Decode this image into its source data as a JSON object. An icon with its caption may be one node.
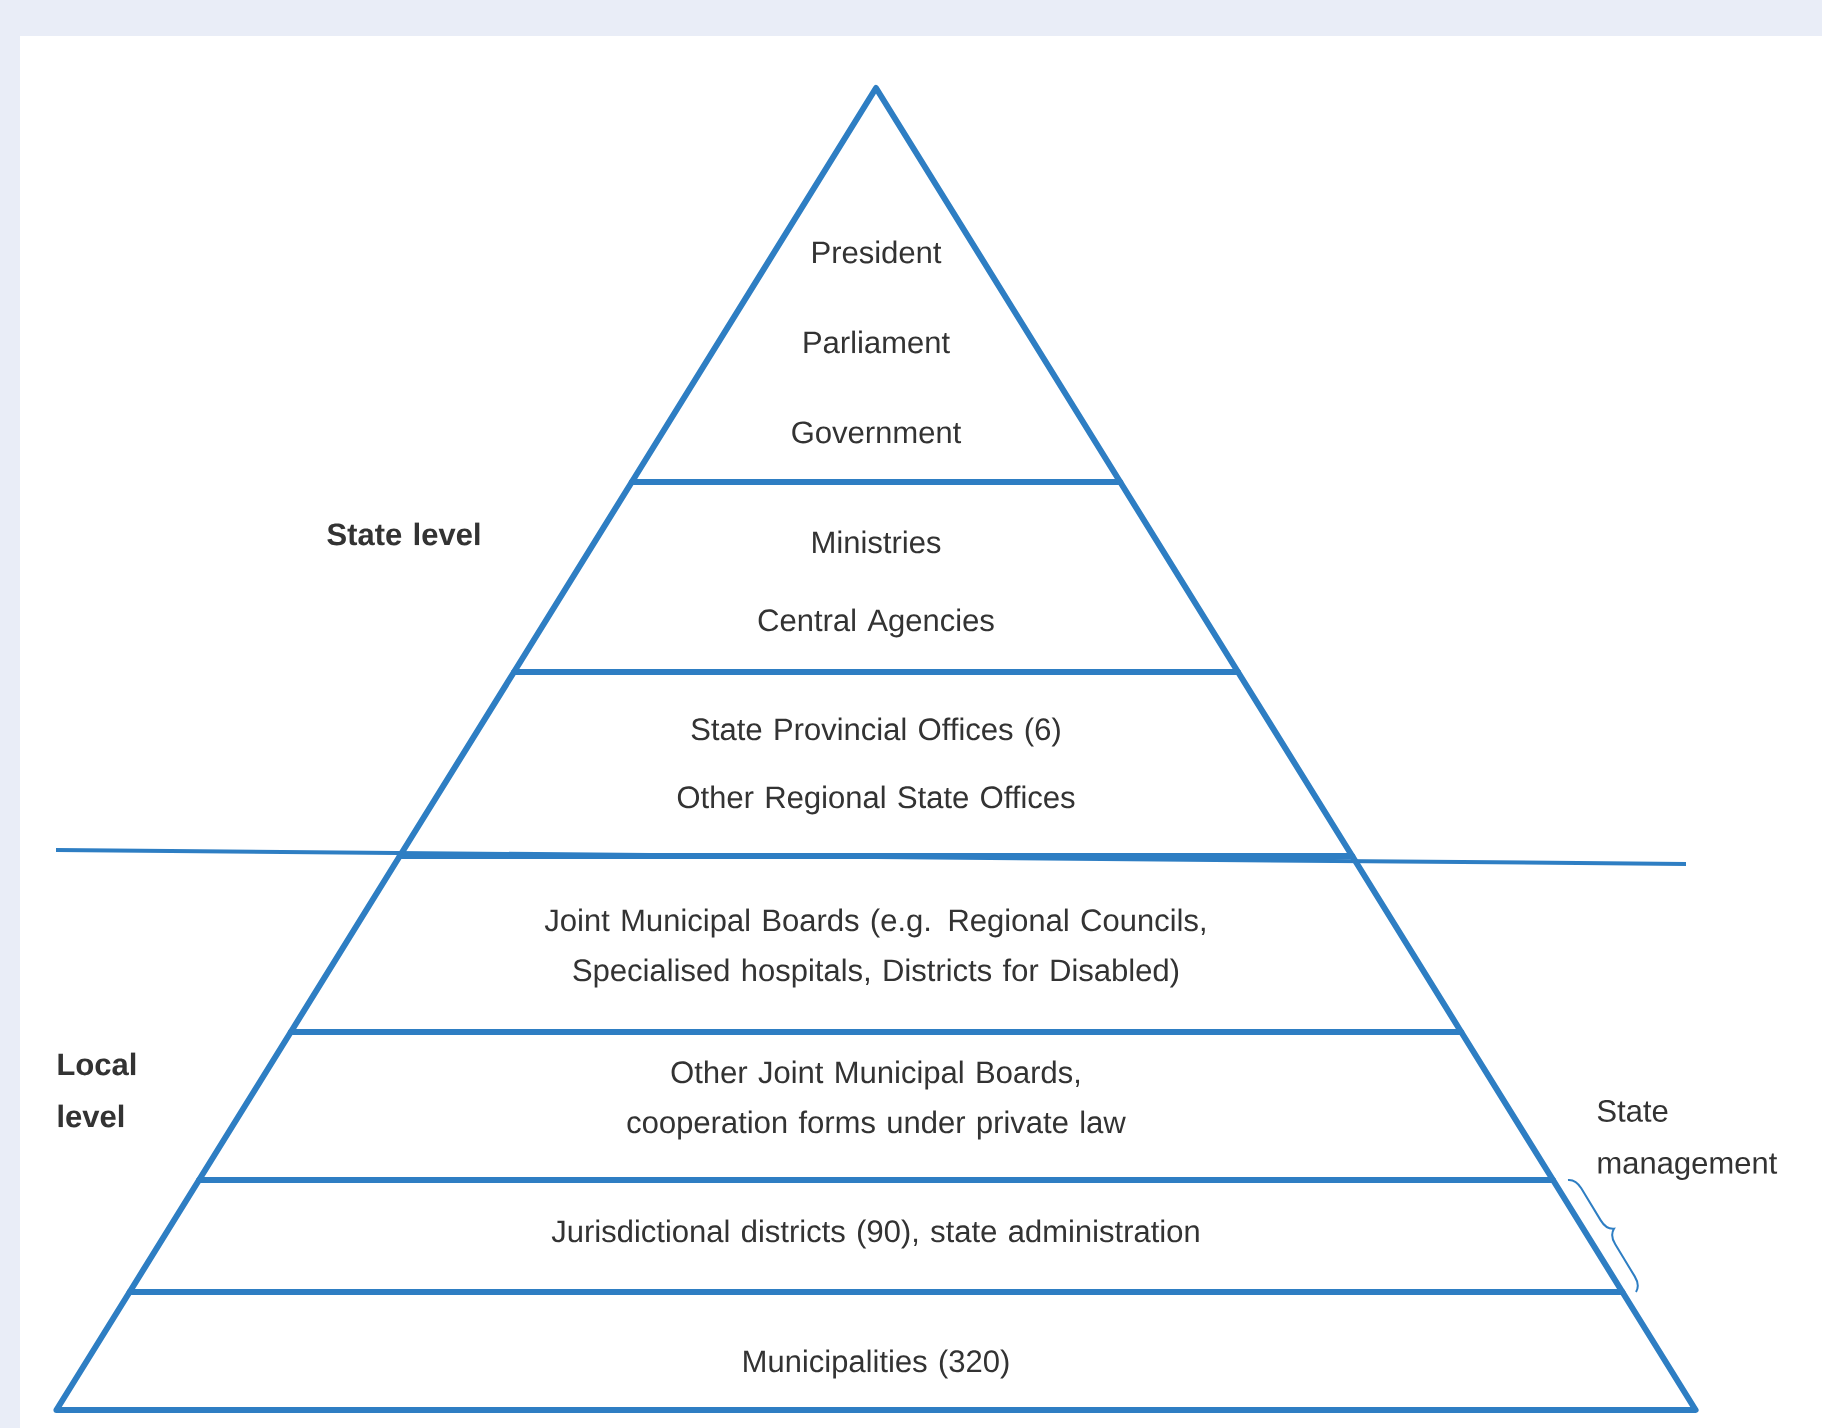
{
  "diagram": {
    "nodes": [
      {
        "text": [
          "President",
          "Parliament",
          "Government"
        ]
      },
      {
        "text": [
          "Ministries",
          "Central Agencies"
        ]
      },
      {
        "text": [
          "State Provincial Offices (6)",
          "Other Regional State Offices"
        ]
      },
      {
        "text": [
          "Joint Municipal Boards (e.g. Regional Councils, Specialised hospitals, Districts for Disabled)"
        ]
      },
      {
        "text": [
          "Other Joint Municipal Boards, cooperation forms under private law"
        ]
      },
      {
        "text": [
          "Jurisdictional districts (90), state administration"
        ]
      },
      {
        "text": [
          "Municipalities (320)"
        ]
      }
    ],
    "labels": [
      "State level",
      "Local level",
      "State management"
    ]
  }
}
